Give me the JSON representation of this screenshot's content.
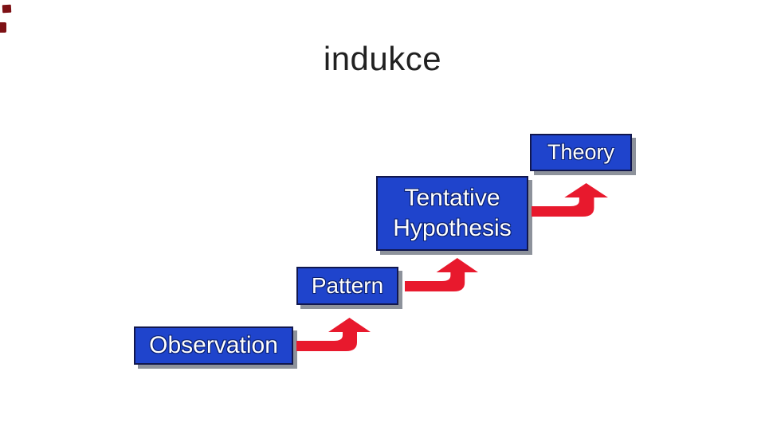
{
  "slide": {
    "title": "indukce"
  },
  "colors": {
    "background": "#ffffff",
    "title-color": "#212121",
    "box-fill": "#1f44cc",
    "box-border": "#11174e",
    "box-text": "#ffffff",
    "box-text-outline": "#0a2070",
    "arrow-red": "#e8192d",
    "shadow": "#8d929b",
    "edge-mark": "#7d1115"
  },
  "diagram": {
    "steps": [
      {
        "label": "Observation"
      },
      {
        "label": "Pattern"
      },
      {
        "label": "Tentative Hypothesis"
      },
      {
        "label": "Theory"
      }
    ],
    "arrow_icon": "bent-up-arrow"
  }
}
